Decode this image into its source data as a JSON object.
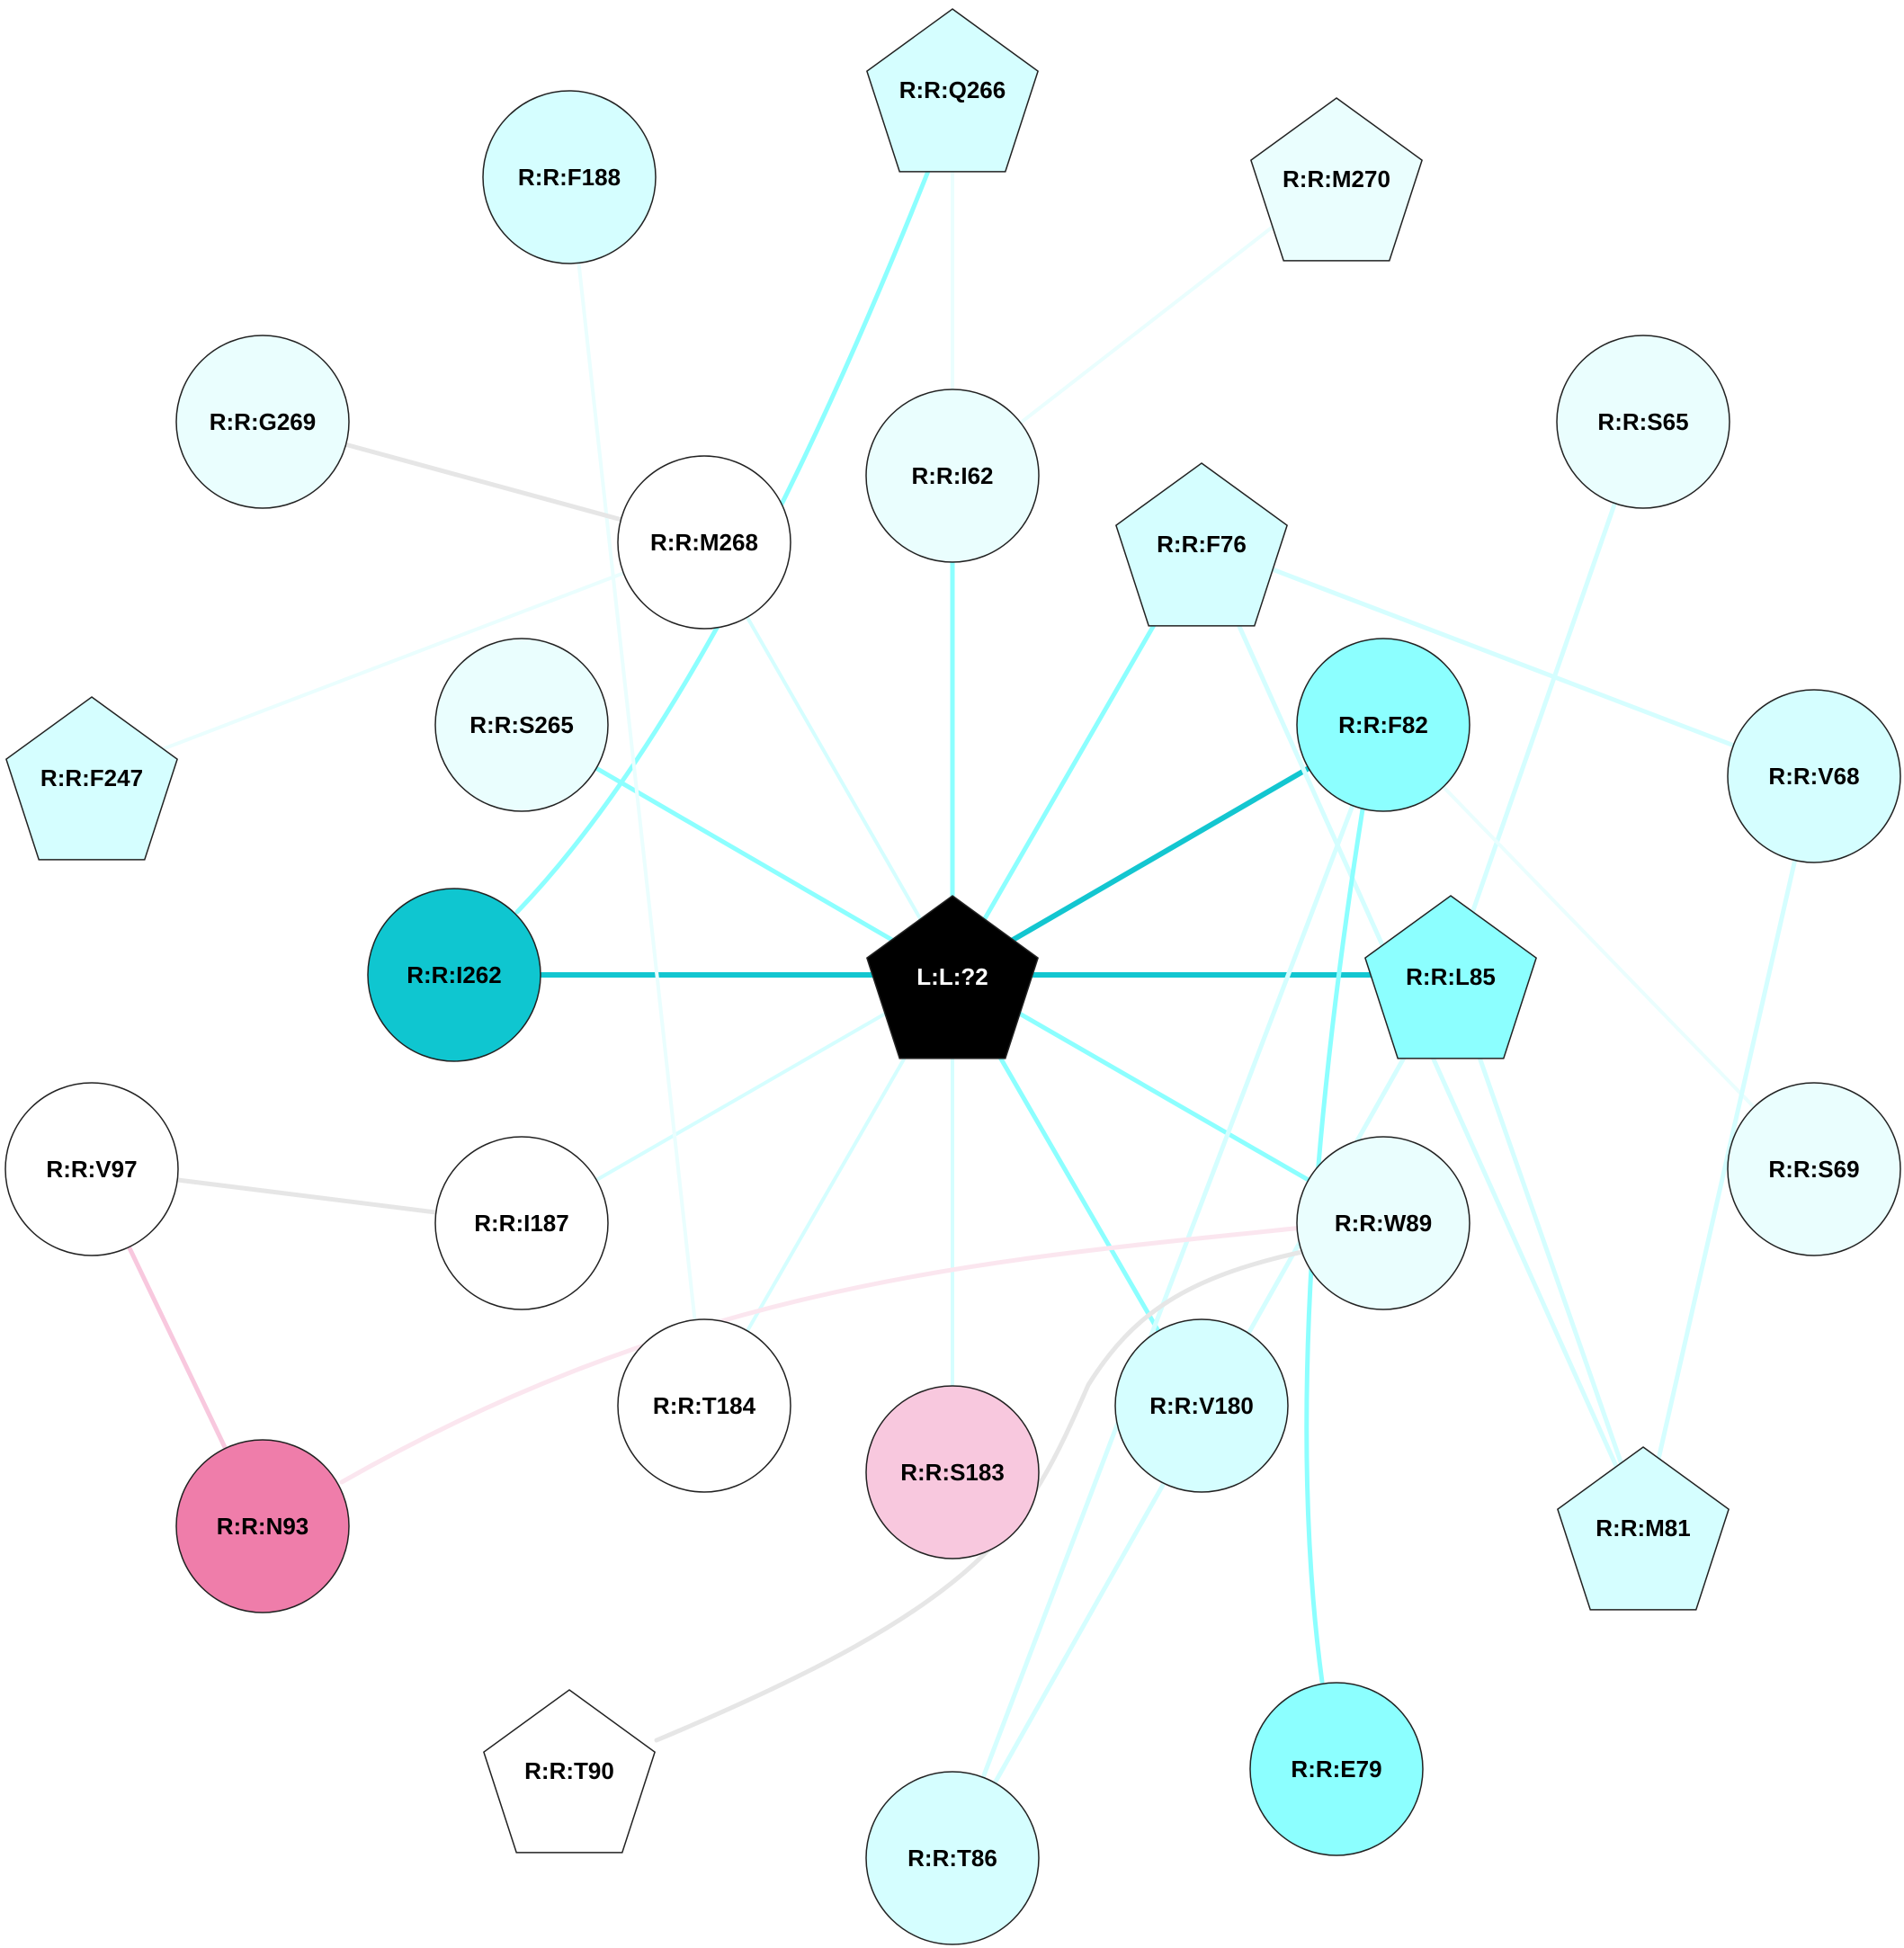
{
  "nodes": [
    {
      "id": "L:L:?2",
      "label": "L:L:?2",
      "shape": "pentagon",
      "fill": "#000000",
      "text_color": "#ffffff"
    },
    {
      "id": "R:R:Q266",
      "label": "R:R:Q266",
      "shape": "pentagon",
      "fill": "#d5feff"
    },
    {
      "id": "R:R:F188",
      "label": "R:R:F188",
      "shape": "circle",
      "fill": "#d5feff"
    },
    {
      "id": "R:R:M270",
      "label": "R:R:M270",
      "shape": "pentagon",
      "fill": "#eafefe"
    },
    {
      "id": "R:R:G269",
      "label": "R:R:G269",
      "shape": "circle",
      "fill": "#eafefe"
    },
    {
      "id": "R:R:I62",
      "label": "R:R:I62",
      "shape": "circle",
      "fill": "#eafefe"
    },
    {
      "id": "R:R:S65",
      "label": "R:R:S65",
      "shape": "circle",
      "fill": "#eafefe"
    },
    {
      "id": "R:R:M268",
      "label": "R:R:M268",
      "shape": "circle",
      "fill": "#ffffff"
    },
    {
      "id": "R:R:F76",
      "label": "R:R:F76",
      "shape": "pentagon",
      "fill": "#d5feff"
    },
    {
      "id": "R:R:F82",
      "label": "R:R:F82",
      "shape": "circle",
      "fill": "#8cffff"
    },
    {
      "id": "R:R:S265",
      "label": "R:R:S265",
      "shape": "circle",
      "fill": "#eafefe"
    },
    {
      "id": "R:R:F247",
      "label": "R:R:F247",
      "shape": "pentagon",
      "fill": "#d5feff"
    },
    {
      "id": "R:R:V68",
      "label": "R:R:V68",
      "shape": "circle",
      "fill": "#d5feff"
    },
    {
      "id": "R:R:I262",
      "label": "R:R:I262",
      "shape": "circle",
      "fill": "#0fc6d0"
    },
    {
      "id": "R:R:L85",
      "label": "R:R:L85",
      "shape": "pentagon",
      "fill": "#8cffff"
    },
    {
      "id": "R:R:V97",
      "label": "R:R:V97",
      "shape": "circle",
      "fill": "#ffffff"
    },
    {
      "id": "R:R:I187",
      "label": "R:R:I187",
      "shape": "circle",
      "fill": "#ffffff"
    },
    {
      "id": "R:R:W89",
      "label": "R:R:W89",
      "shape": "circle",
      "fill": "#eafefe"
    },
    {
      "id": "R:R:S69",
      "label": "R:R:S69",
      "shape": "circle",
      "fill": "#eafefe"
    },
    {
      "id": "R:R:T184",
      "label": "R:R:T184",
      "shape": "circle",
      "fill": "#ffffff"
    },
    {
      "id": "R:R:V180",
      "label": "R:R:V180",
      "shape": "circle",
      "fill": "#d5feff"
    },
    {
      "id": "R:R:S183",
      "label": "R:R:S183",
      "shape": "circle",
      "fill": "#f8c8de"
    },
    {
      "id": "R:R:N93",
      "label": "R:R:N93",
      "shape": "circle",
      "fill": "#ef7daa"
    },
    {
      "id": "R:R:M81",
      "label": "R:R:M81",
      "shape": "pentagon",
      "fill": "#d5feff"
    },
    {
      "id": "R:R:T90",
      "label": "R:R:T90",
      "shape": "pentagon",
      "fill": "#ffffff"
    },
    {
      "id": "R:R:E79",
      "label": "R:R:E79",
      "shape": "circle",
      "fill": "#8cffff"
    },
    {
      "id": "R:R:T86",
      "label": "R:R:T86",
      "shape": "circle",
      "fill": "#d5feff"
    }
  ],
  "edges": [
    {
      "source": "L:L:?2",
      "target": "R:R:I262",
      "color": "#13c6d0",
      "weight": "strong"
    },
    {
      "source": "L:L:?2",
      "target": "R:R:L85",
      "color": "#13c6d0",
      "weight": "strong"
    },
    {
      "source": "L:L:?2",
      "target": "R:R:F82",
      "color": "#13c6d0",
      "weight": "strong"
    },
    {
      "source": "L:L:?2",
      "target": "R:R:I62",
      "color": "#8cffff",
      "weight": "medium"
    },
    {
      "source": "L:L:?2",
      "target": "R:R:F76",
      "color": "#8cffff",
      "weight": "medium"
    },
    {
      "source": "L:L:?2",
      "target": "R:R:S265",
      "color": "#8cffff",
      "weight": "medium"
    },
    {
      "source": "L:L:?2",
      "target": "R:R:W89",
      "color": "#8cffff",
      "weight": "medium"
    },
    {
      "source": "L:L:?2",
      "target": "R:R:V180",
      "color": "#8cffff",
      "weight": "medium"
    },
    {
      "source": "L:L:?2",
      "target": "R:R:M268",
      "color": "#d5feff",
      "weight": "light"
    },
    {
      "source": "L:L:?2",
      "target": "R:R:I187",
      "color": "#d5feff",
      "weight": "light"
    },
    {
      "source": "L:L:?2",
      "target": "R:R:T184",
      "color": "#d5feff",
      "weight": "light"
    },
    {
      "source": "L:L:?2",
      "target": "R:R:S183",
      "color": "#d5feff",
      "weight": "light"
    },
    {
      "source": "R:R:I262",
      "target": "R:R:Q266",
      "color": "#8cffff",
      "weight": "medium",
      "curve": "m268"
    },
    {
      "source": "R:R:Q266",
      "target": "R:R:I62",
      "color": "#eafefe",
      "weight": "light"
    },
    {
      "source": "R:R:M270",
      "target": "R:R:I62",
      "color": "#eafefe",
      "weight": "light"
    },
    {
      "source": "R:R:F188",
      "target": "R:R:T184",
      "color": "#eafefe",
      "weight": "light"
    },
    {
      "source": "R:R:G269",
      "target": "R:R:M268",
      "color": "#e6e6e6",
      "weight": "medium"
    },
    {
      "source": "R:R:M268",
      "target": "R:R:F247",
      "color": "#eafefe",
      "weight": "light"
    },
    {
      "source": "R:R:F76",
      "target": "R:R:V68",
      "color": "#d5feff",
      "weight": "medium"
    },
    {
      "source": "R:R:F76",
      "target": "R:R:M81",
      "color": "#d5feff",
      "weight": "medium"
    },
    {
      "source": "R:R:S65",
      "target": "R:R:L85",
      "color": "#d5feff",
      "weight": "medium"
    },
    {
      "source": "R:R:F82",
      "target": "R:R:S69",
      "color": "#eafefe",
      "weight": "light"
    },
    {
      "source": "R:R:F82",
      "target": "R:R:T86",
      "color": "#d5feff",
      "weight": "medium"
    },
    {
      "source": "R:R:F82",
      "target": "R:R:E79",
      "color": "#8cffff",
      "weight": "medium",
      "curve": "e79"
    },
    {
      "source": "R:R:L85",
      "target": "R:R:T86",
      "color": "#d5feff",
      "weight": "medium"
    },
    {
      "source": "R:R:L85",
      "target": "R:R:M81",
      "color": "#d5feff",
      "weight": "medium"
    },
    {
      "source": "R:R:V68",
      "target": "R:R:M81",
      "color": "#d5feff",
      "weight": "medium"
    },
    {
      "source": "R:R:V97",
      "target": "R:R:I187",
      "color": "#e6e6e6",
      "weight": "medium"
    },
    {
      "source": "R:R:V97",
      "target": "R:R:N93",
      "color": "#f8c8de",
      "weight": "medium"
    },
    {
      "source": "R:R:N93",
      "target": "R:R:W89",
      "color": "#fbe6ef",
      "weight": "medium",
      "curve": "n93"
    },
    {
      "source": "R:R:W89",
      "target": "R:R:T90",
      "color": "#e6e6e6",
      "weight": "medium",
      "curve": "t90"
    }
  ]
}
